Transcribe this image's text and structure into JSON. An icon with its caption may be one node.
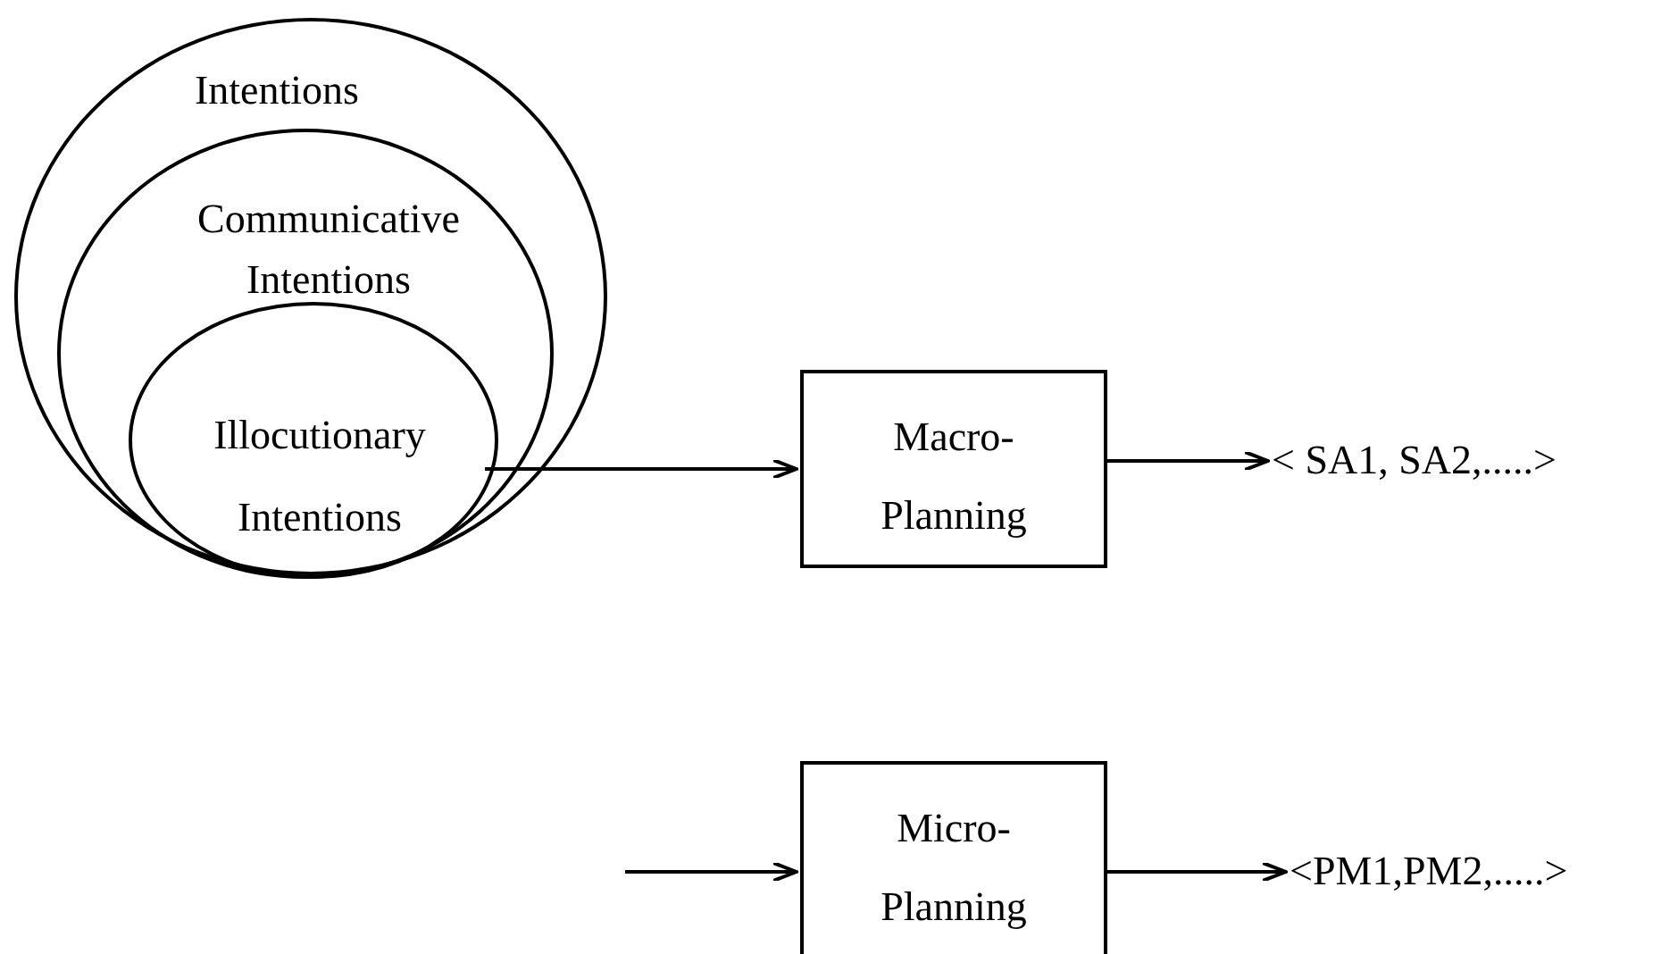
{
  "diagram": {
    "nodes": [
      {
        "text": [
          "Intentions"
        ]
      },
      {
        "text": [
          "Communicative Intentions"
        ],
        "in": 0
      },
      {
        "text": [
          "Illocutionary Intentions"
        ],
        "in": 1
      },
      {
        "text": [
          "Macro- Planning"
        ]
      },
      {
        "text": [
          "< SA1, SA2,.....>"
        ]
      },
      {
        "text": [
          "Micro- Planning"
        ]
      },
      {
        "text": [
          "<PM1,PM2,.....>"
        ]
      }
    ],
    "edges": [
      {
        "from": 2,
        "to": 3,
        "arrow": "to"
      },
      {
        "from": 3,
        "to": 4,
        "arrow": "to"
      },
      {
        "from": null,
        "to": 5,
        "arrow": "to"
      },
      {
        "from": 5,
        "to": 6,
        "arrow": "to"
      }
    ]
  }
}
